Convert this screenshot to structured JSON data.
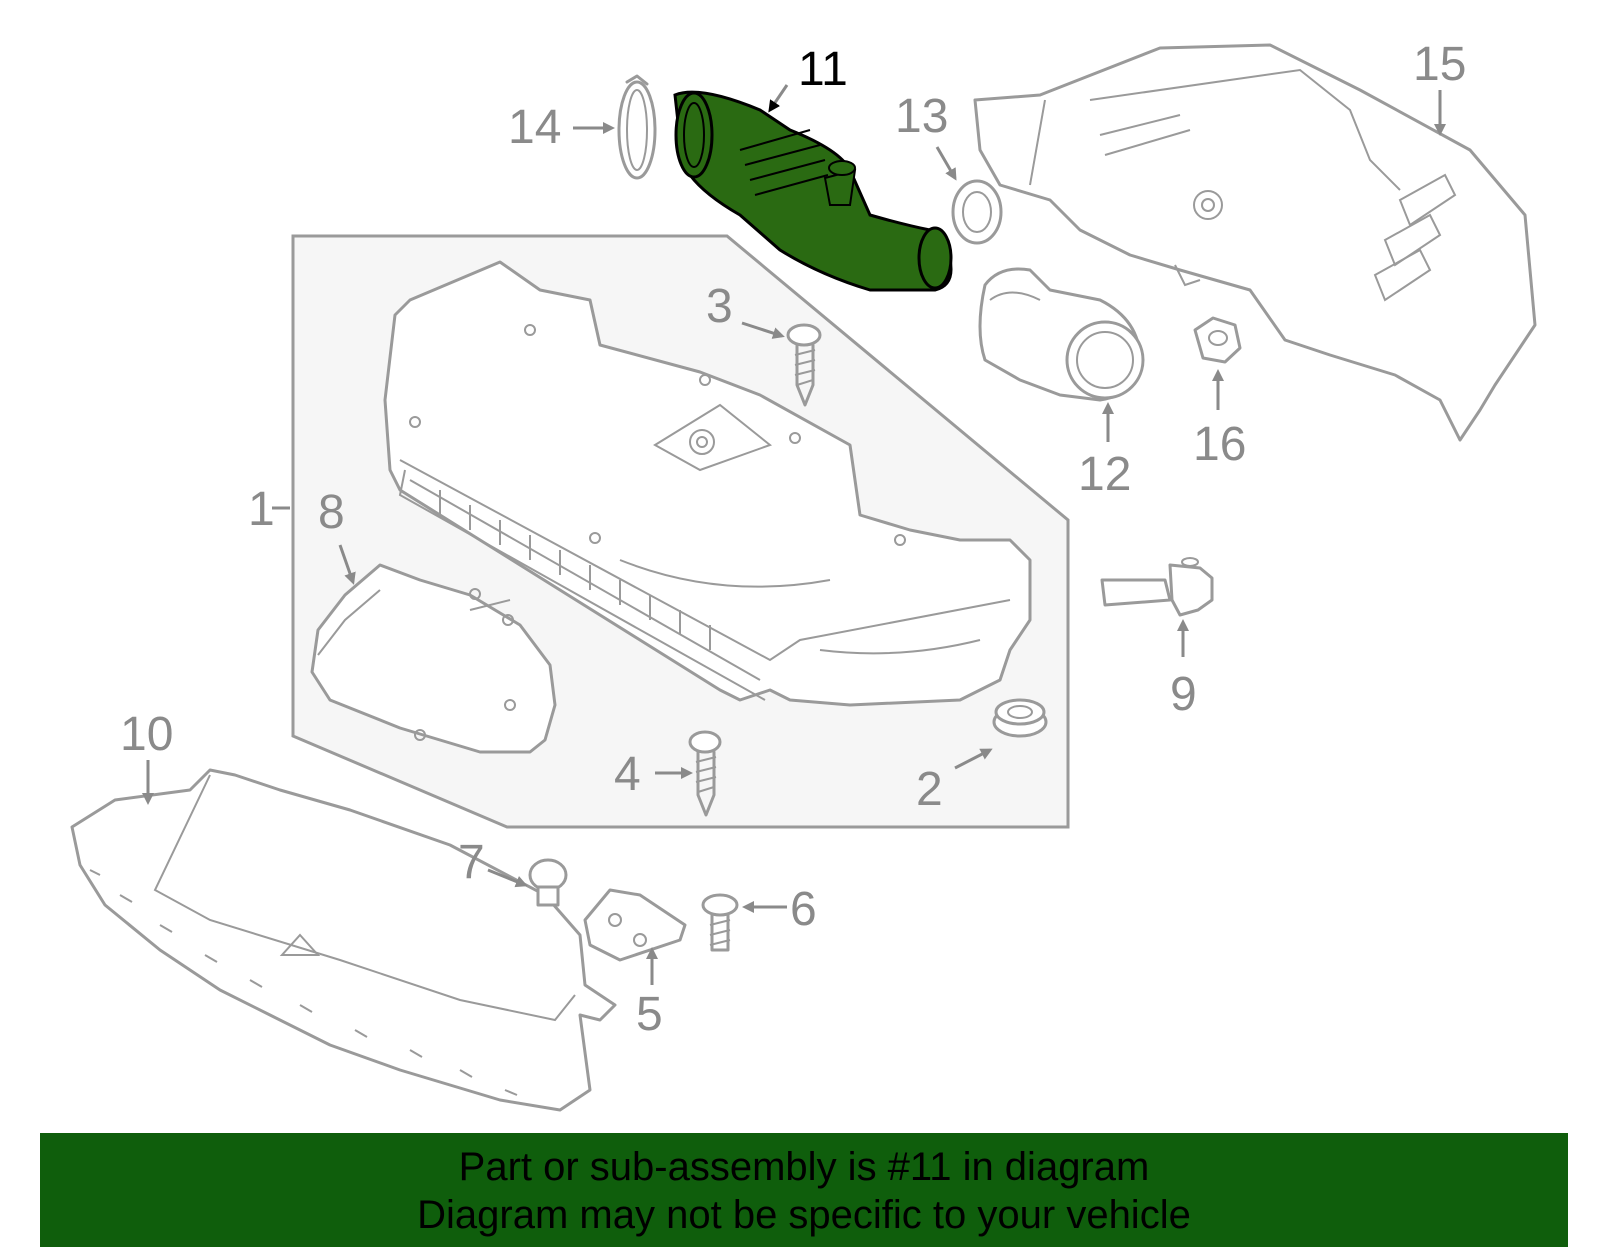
{
  "diagram": {
    "callouts": [
      "1",
      "2",
      "3",
      "4",
      "5",
      "6",
      "7",
      "8",
      "9",
      "10",
      "11",
      "12",
      "13",
      "14",
      "15",
      "16"
    ],
    "highlighted_part": "11",
    "highlight_color": "#2a6a12",
    "banner_color": "#0f5e0c"
  },
  "banner": {
    "line1": "Part or sub-assembly is #11 in diagram",
    "line2": "Diagram may not be specific to your vehicle"
  }
}
